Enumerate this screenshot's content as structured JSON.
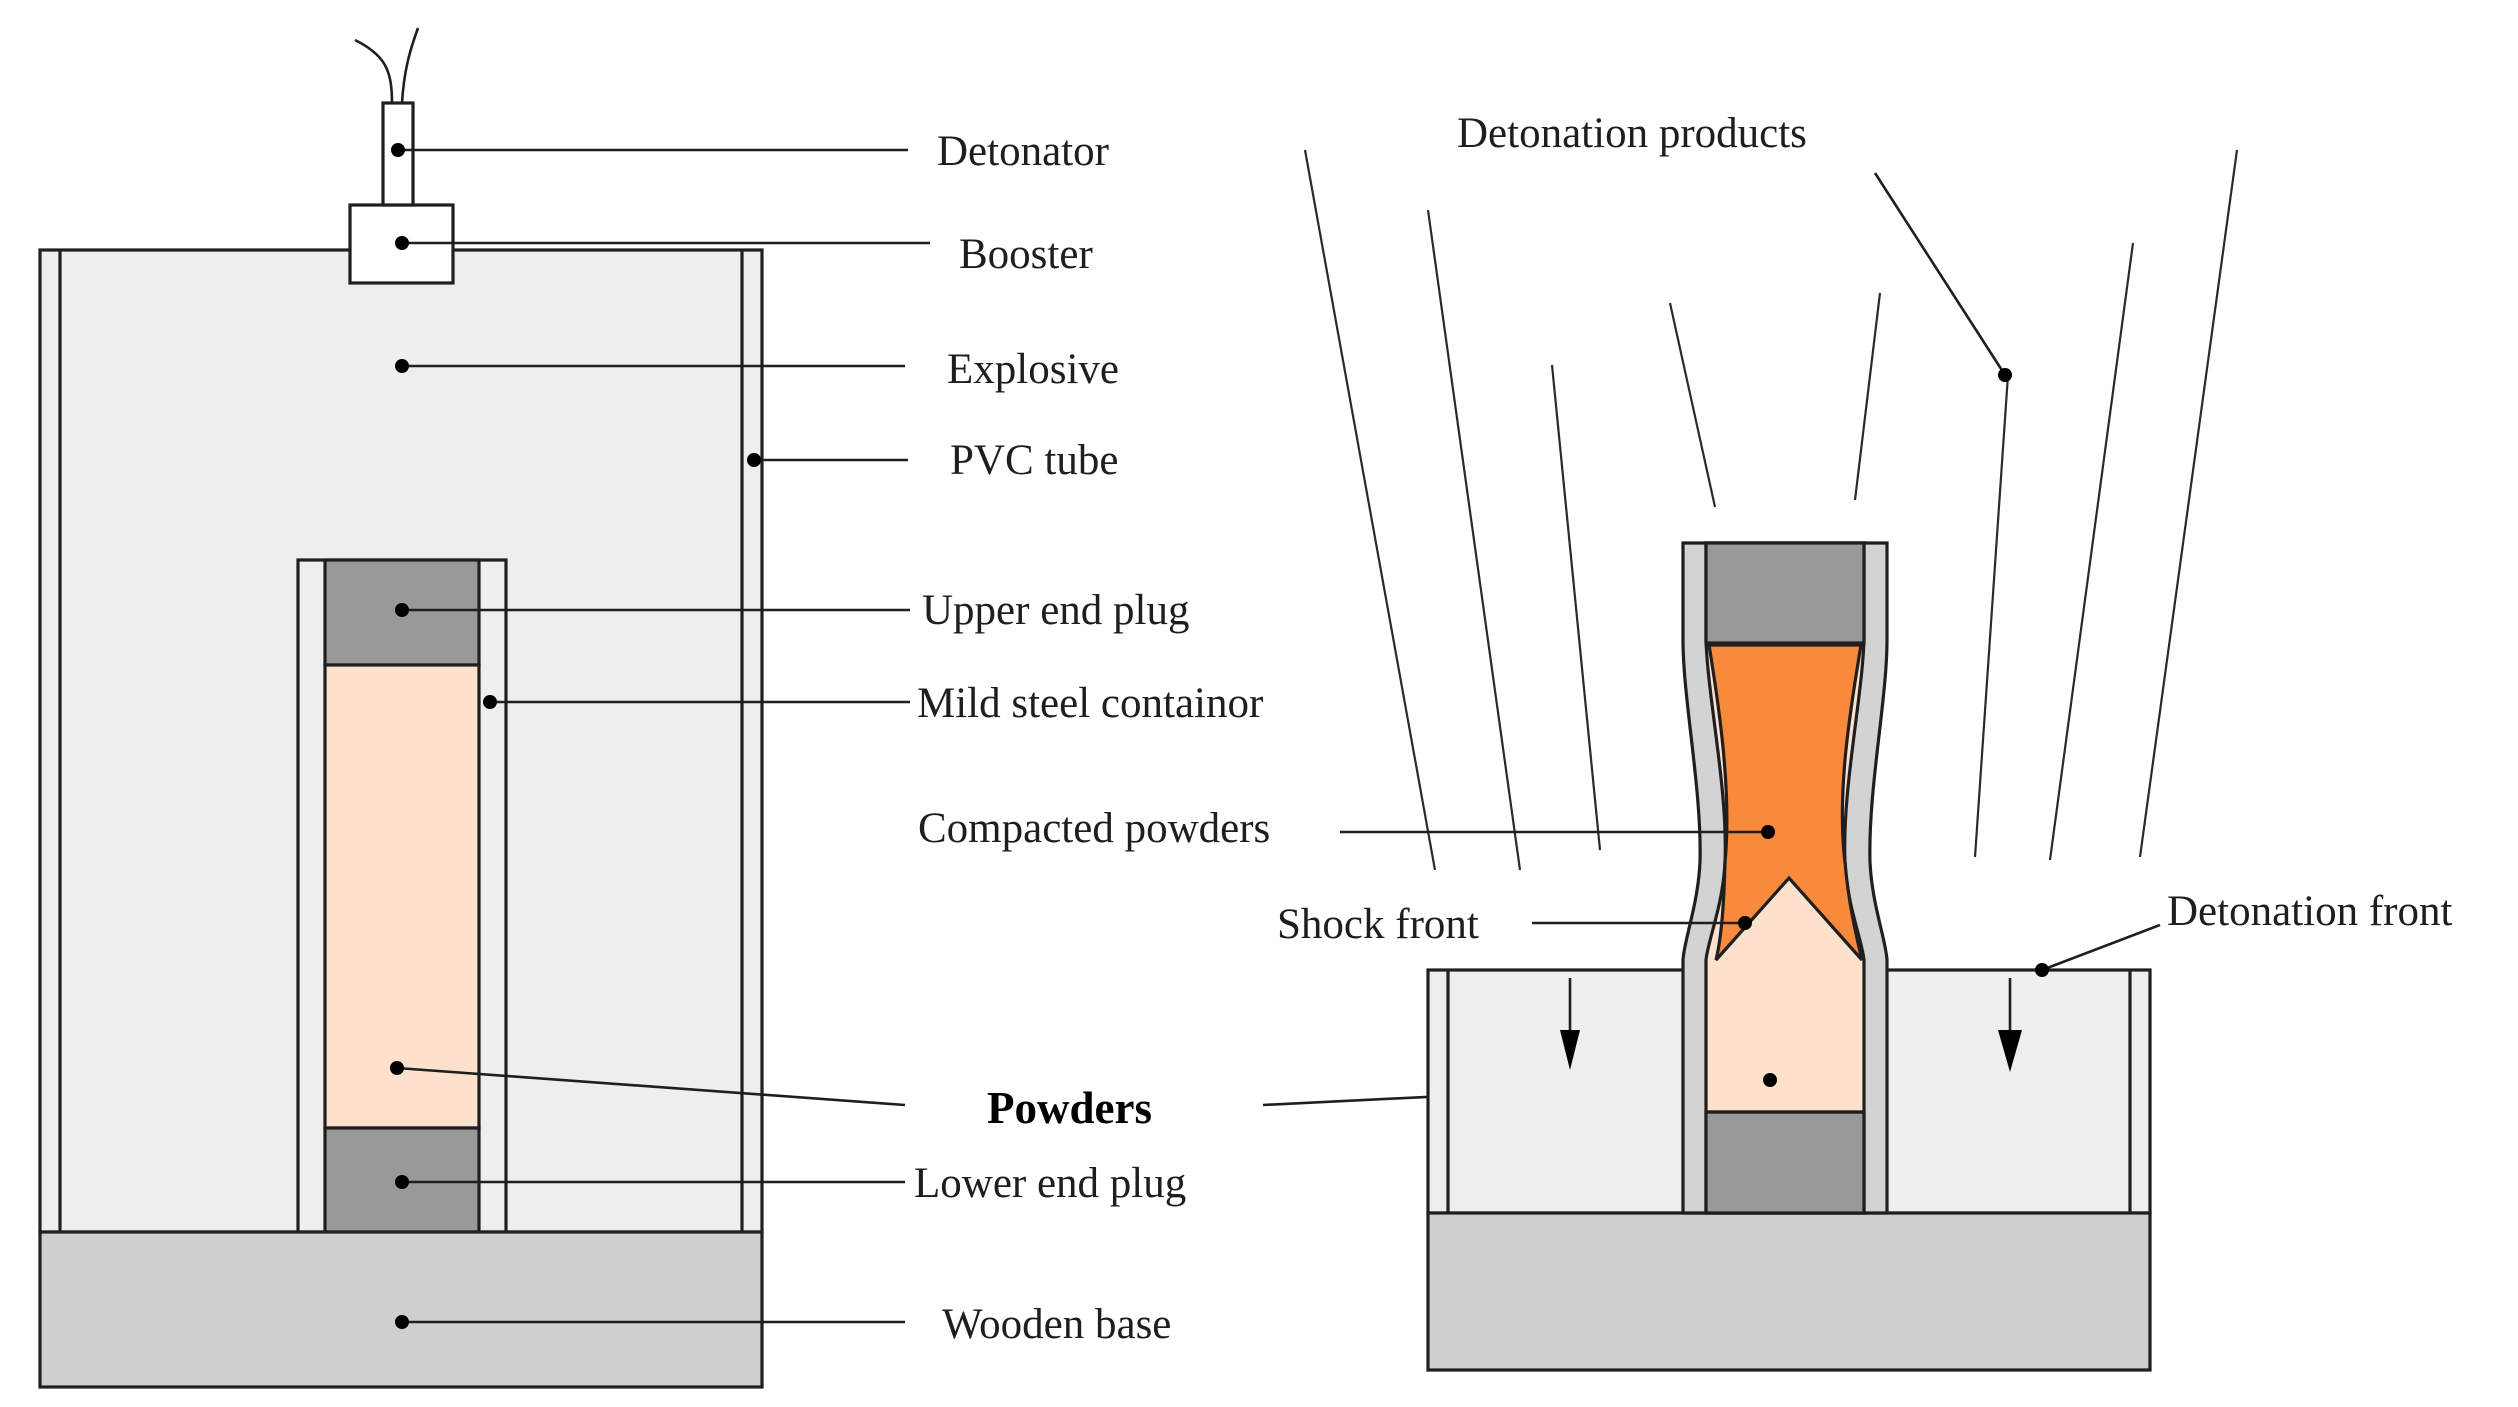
{
  "colors": {
    "explosive": "#eeeeee",
    "plug": "#999999",
    "wooden_base": "#cfcfcf",
    "powders": "#fde1cd",
    "compacted_powders": "#fa8a3b",
    "detonator": "#ffffff",
    "outline": "#1f1f1f"
  },
  "left_labels": {
    "detonator": "Detonator",
    "booster": "Booster",
    "explosive": "Explosive",
    "pvc_tube": "PVC tube",
    "upper_end_plug": "Upper end plug",
    "mild_steel_container": "Mild steel containor",
    "lower_end_plug": "Lower end plug",
    "wooden_base": "Wooden base"
  },
  "shared_labels": {
    "powders": "Powders"
  },
  "right_labels": {
    "detonation_products": "Detonation products",
    "compacted_powders": "Compacted powders",
    "shock_front": "Shock front",
    "detonation_front": "Detonation front"
  }
}
